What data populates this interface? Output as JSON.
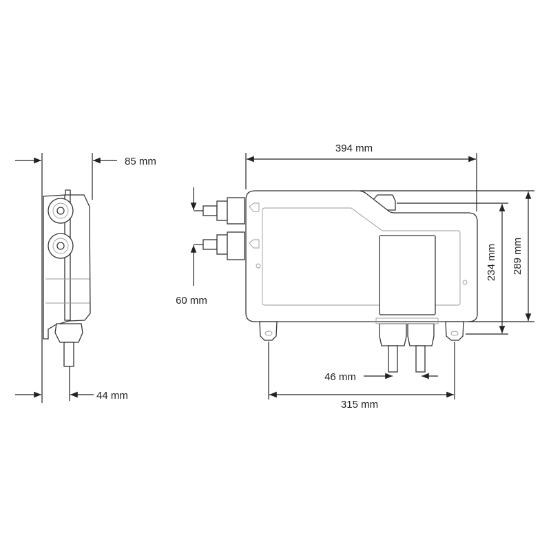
{
  "drawing": {
    "dimensions": {
      "depth_total": "85 mm",
      "depth_base": "44 mm",
      "width_total": "394 mm",
      "height_total": "289 mm",
      "height_body": "234 mm",
      "inlet_spacing": "60 mm",
      "outlet_spacing": "46 mm",
      "foot_spacing": "315 mm"
    },
    "line_color": "#222222"
  }
}
